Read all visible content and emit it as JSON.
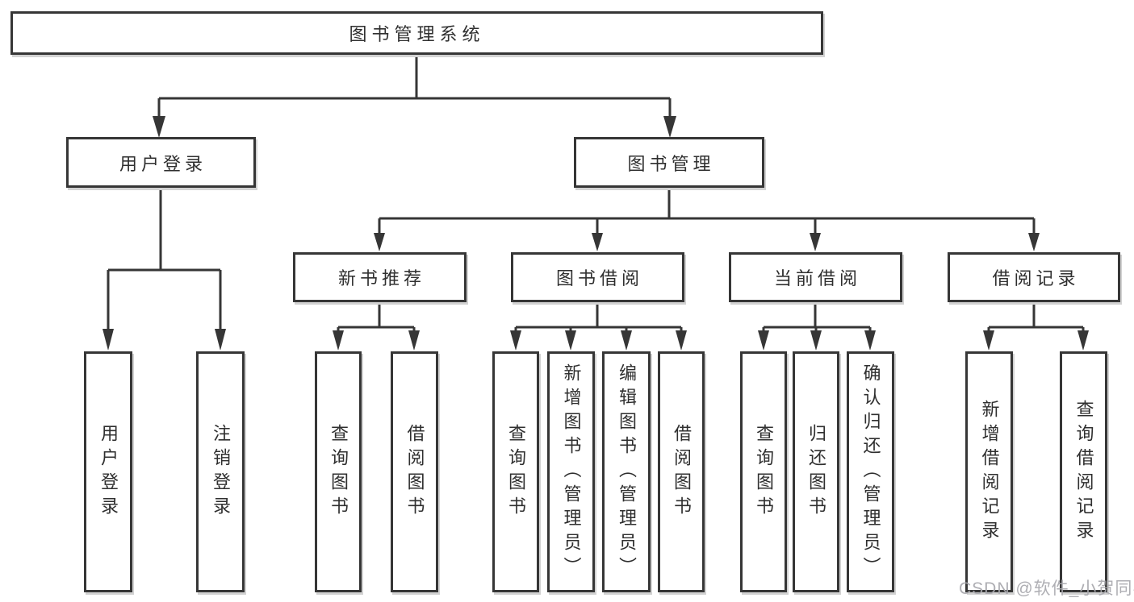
{
  "tree": {
    "root": {
      "label": "图书管理系统",
      "children": [
        {
          "label": "用户登录",
          "children": [
            {
              "label": "用户登录"
            },
            {
              "label": "注销登录"
            }
          ]
        },
        {
          "label": "图书管理",
          "children": [
            {
              "label": "新书推荐",
              "children": [
                {
                  "label": "查询图书"
                },
                {
                  "label": "借阅图书"
                }
              ]
            },
            {
              "label": "图书借阅",
              "children": [
                {
                  "label": "查询图书"
                },
                {
                  "label": "新增图书（管理员）"
                },
                {
                  "label": "编辑图书（管理员）"
                },
                {
                  "label": "借阅图书"
                }
              ]
            },
            {
              "label": "当前借阅",
              "children": [
                {
                  "label": "查询图书"
                },
                {
                  "label": "归还图书"
                },
                {
                  "label": "确认归还（管理员）"
                }
              ]
            },
            {
              "label": "借阅记录",
              "children": [
                {
                  "label": "新增借阅记录"
                },
                {
                  "label": "查询借阅记录"
                }
              ]
            }
          ]
        }
      ]
    }
  },
  "watermark": "CSDN @软件_小贺同学",
  "colors": {
    "line": "#363636",
    "box_border": "#363636",
    "text": "#2f2f2f",
    "watermark": "#aaaaaf",
    "background": "#ffffff"
  }
}
